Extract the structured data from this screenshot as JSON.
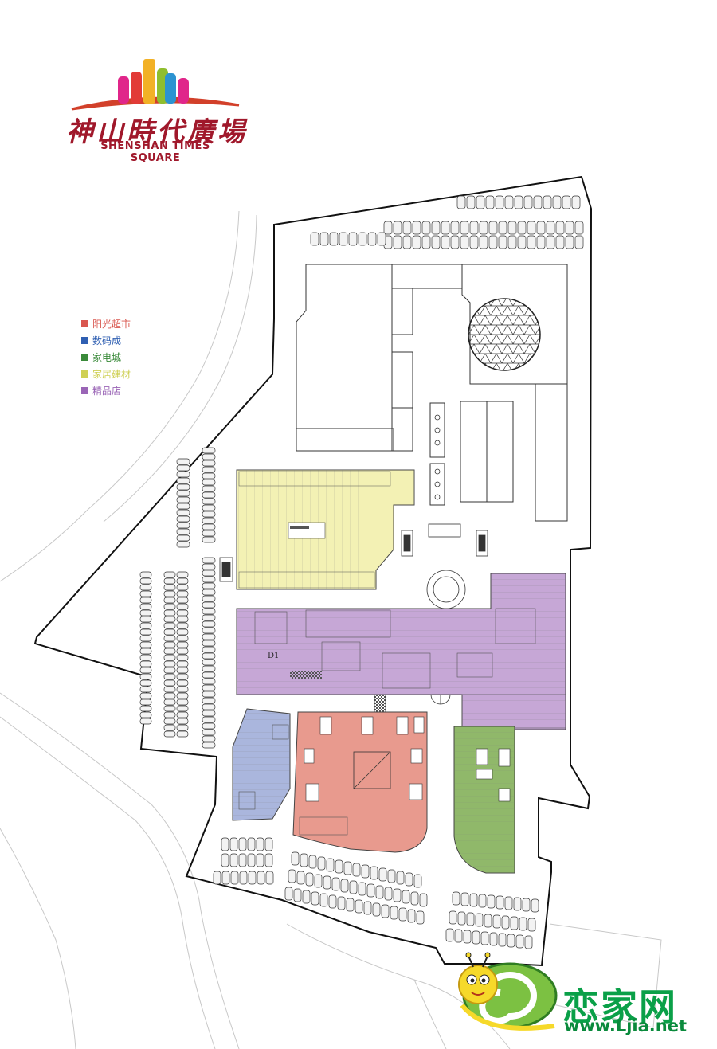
{
  "logo": {
    "name_cn": "神山時代廣場",
    "name_en": "SHENSHAN TIMES SQUARE",
    "bar_colors": [
      "#e0268a",
      "#e23b37",
      "#f2b126",
      "#8fbe2e",
      "#2c93d1",
      "#e0268a"
    ]
  },
  "legend": {
    "items": [
      {
        "label": "阳光超市",
        "color": "#d9574f"
      },
      {
        "label": "数码成",
        "color": "#2f5fb2"
      },
      {
        "label": "家电城",
        "color": "#3a8a3a"
      },
      {
        "label": "家居建材",
        "color": "#cfd055"
      },
      {
        "label": "精品店",
        "color": "#9a65b6"
      }
    ]
  },
  "zones": {
    "supermarket": {
      "color": "#e89a8e"
    },
    "digital": {
      "color": "#aab6dd"
    },
    "appliance": {
      "color": "#90b86a"
    },
    "home_building": {
      "color": "#f3f1b4"
    },
    "boutique": {
      "color": "#c6a7d6"
    }
  },
  "map_labels": {
    "d1": "D1"
  },
  "watermark": {
    "text_cn": "恋家网",
    "url": "www.Ljia.net",
    "color": "#0aa048"
  }
}
